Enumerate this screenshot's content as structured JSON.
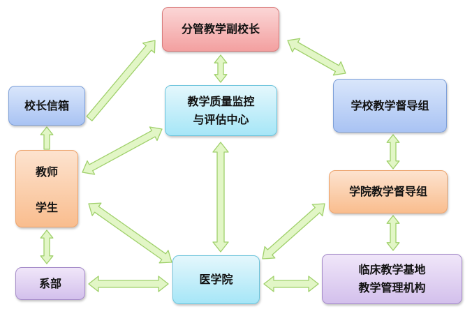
{
  "nodes": {
    "vice_principal": "分管教学副校长",
    "principal_mailbox": "校长信箱",
    "quality_center": [
      "教学质量监控",
      "与评估中心"
    ],
    "school_supervision": "学校教学督导组",
    "teacher": "教师",
    "student": "学生",
    "college_supervision": "学院教学督导组",
    "department": "系部",
    "medical_college": "医学院",
    "clinical_base": [
      "临床教学基地",
      "教学管理机构"
    ]
  },
  "colors": {
    "arrow_fill": "#e2f6c6",
    "arrow_stroke": "#9fd06a"
  }
}
